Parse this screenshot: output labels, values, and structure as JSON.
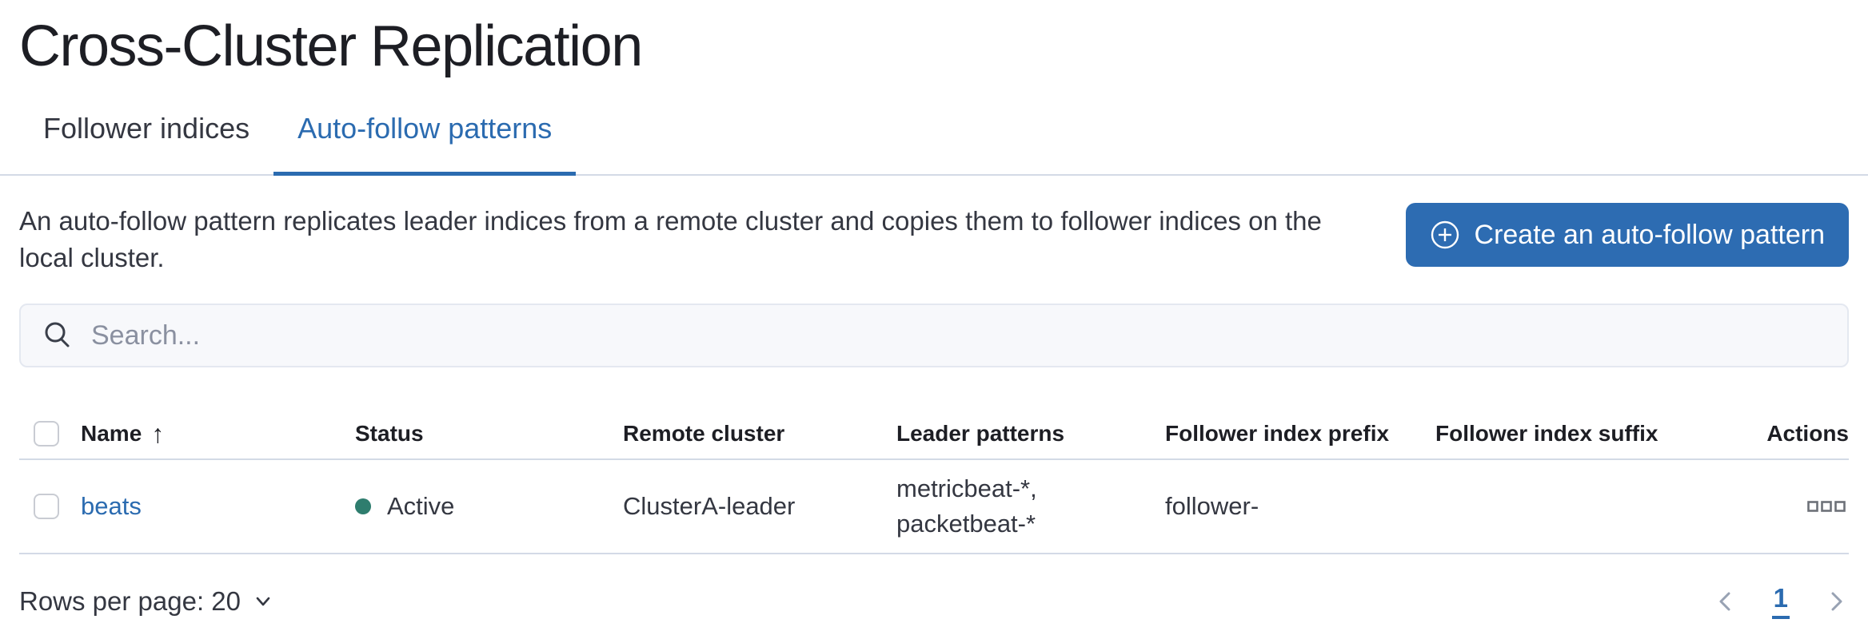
{
  "page": {
    "title": "Cross-Cluster Replication"
  },
  "tabs": [
    {
      "label": "Follower indices",
      "active": false
    },
    {
      "label": "Auto-follow patterns",
      "active": true
    }
  ],
  "intro": {
    "description_line1": "An auto-follow pattern replicates leader indices from a remote cluster and copies them to follower indices on the",
    "description_line2": "local cluster.",
    "create_button_label": "Create an auto-follow pattern",
    "create_button_icon": "plus-in-circle-icon"
  },
  "search": {
    "placeholder": "Search...",
    "icon": "search-icon"
  },
  "table": {
    "columns": [
      "Name",
      "Status",
      "Remote cluster",
      "Leader patterns",
      "Follower index prefix",
      "Follower index suffix",
      "Actions"
    ],
    "sort": {
      "column": "Name",
      "direction": "ascending",
      "glyph": "↑"
    },
    "rows": [
      {
        "name": "beats",
        "status": "Active",
        "remote_cluster": "ClusterA-leader",
        "leader_patterns_line1": "metricbeat-*,",
        "leader_patterns_line2": "packetbeat-*",
        "follower_index_prefix": "follower-",
        "follower_index_suffix": "",
        "actions_icon": "boxes-horizontal-icon"
      }
    ]
  },
  "footer": {
    "rows_per_page_label": "Rows per page: 20",
    "pagination": {
      "current_page": "1"
    }
  },
  "colors": {
    "primary_blue": "#2d6cb2",
    "link_blue": "#2b6bb0",
    "success_dot_teal": "#2e7d6e",
    "border_gray": "#d3dae6",
    "text_dark": "#343741"
  }
}
